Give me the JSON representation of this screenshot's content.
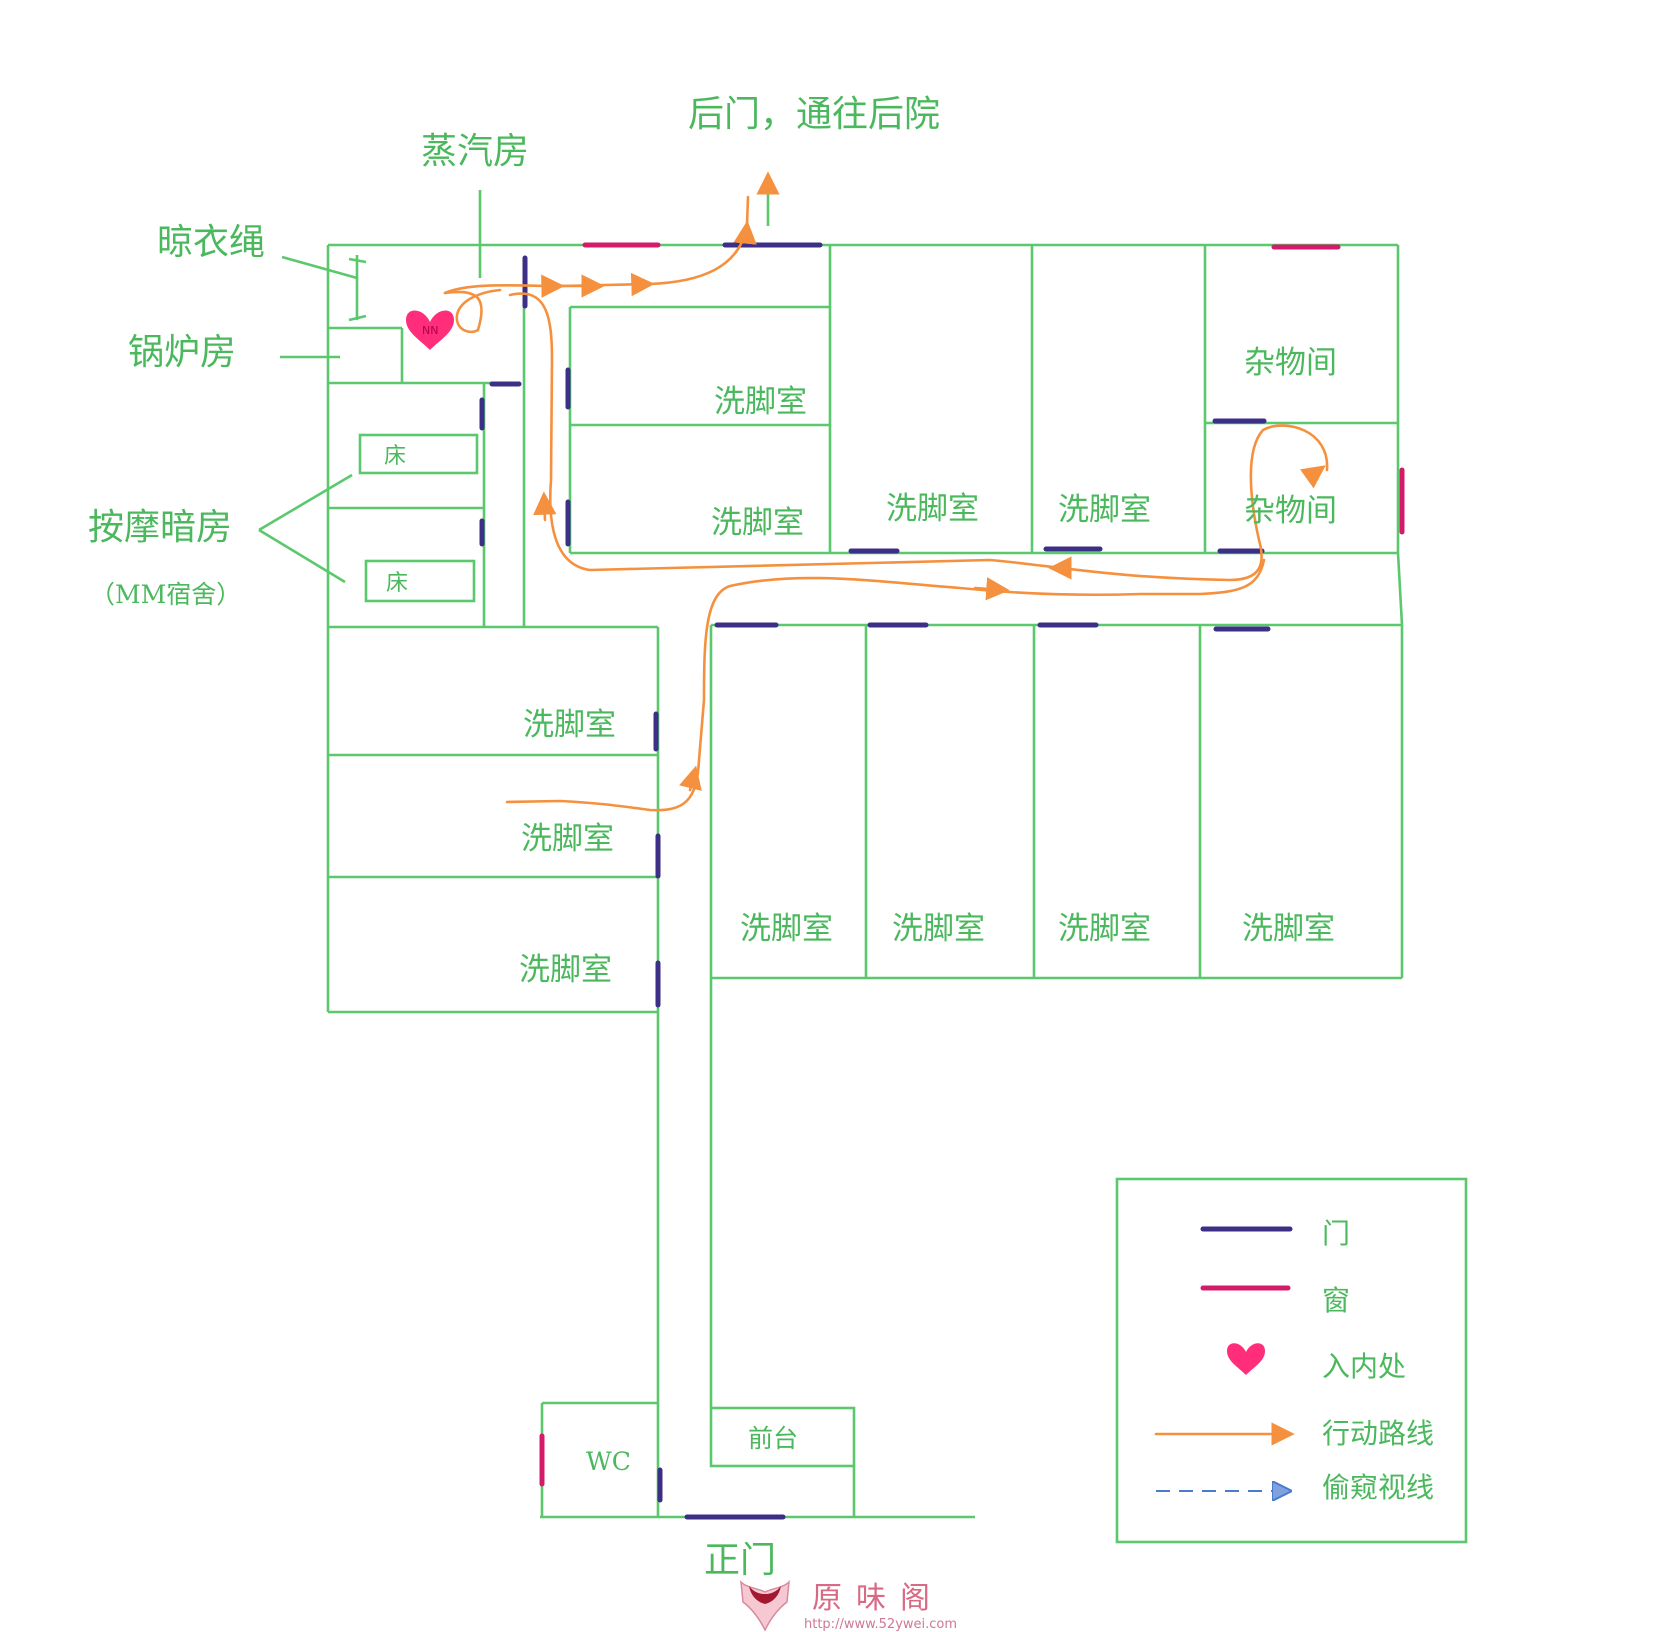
{
  "labels": {
    "back_door": "后门，通往后院",
    "steam_room": "蒸汽房",
    "clothesline": "晾衣绳",
    "boiler_room": "锅炉房",
    "dark_room": "按摩暗房",
    "dorm": "（MM宿舍）",
    "bed_1": "床",
    "bed_2": "床",
    "storage_1": "杂物间",
    "storage_2": "杂物间",
    "foot_room": "洗脚室",
    "wc": "WC",
    "front_desk": "前台",
    "main_door": "正门"
  },
  "legend": {
    "door": "门",
    "window": "窗",
    "entry": "入内处",
    "route": "行动路线",
    "peek": "偷窥视线"
  },
  "marker": {
    "text": "NN"
  },
  "logo": {
    "name": "原味阁",
    "url": "http://www.52ywei.com"
  },
  "colors": {
    "wall": "#5cc86e",
    "door": "#3b2f86",
    "window": "#d41b6a",
    "route": "#f5913e",
    "peek": "#4a7bd0",
    "label": "#4cb85e",
    "heart": "#ff2d7a"
  }
}
